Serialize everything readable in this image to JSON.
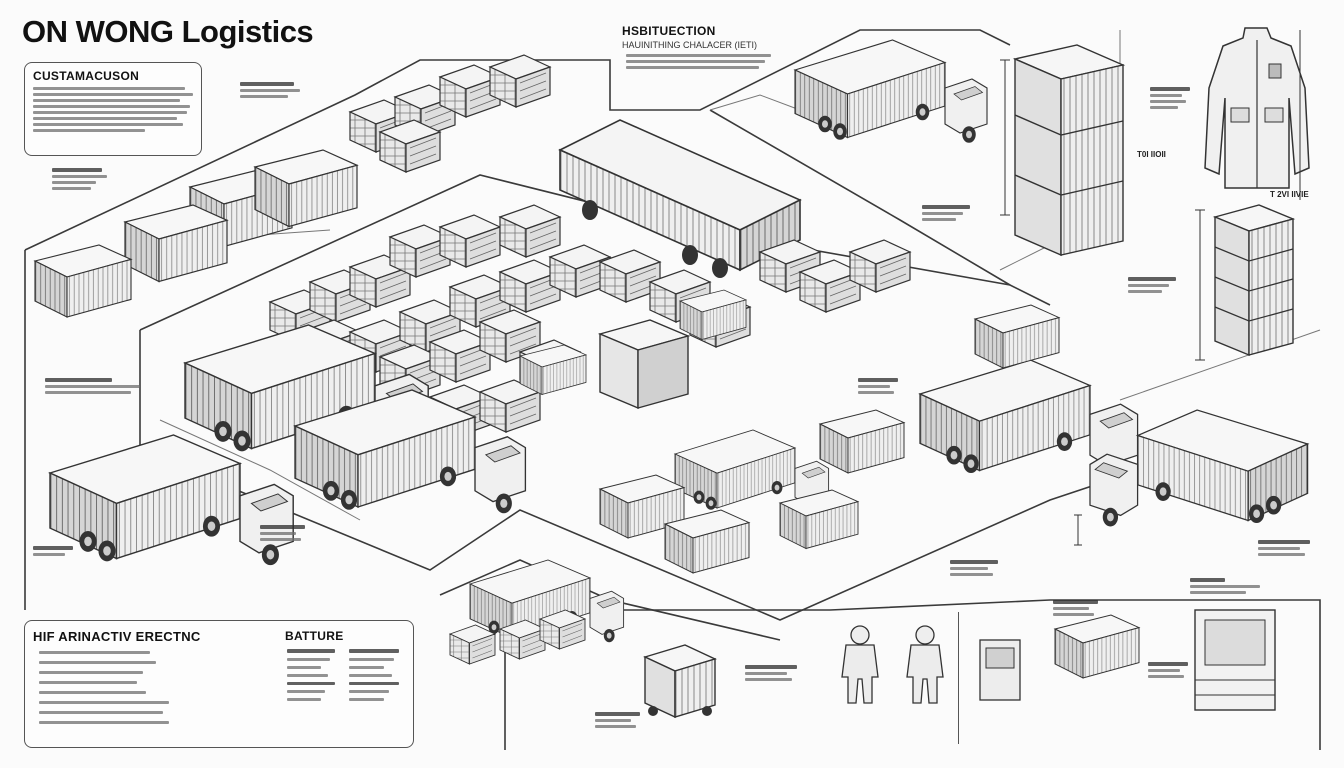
{
  "brand": {
    "title": "ON WONG Logistics"
  },
  "panels": {
    "customer": {
      "heading": "CUSTAMACUSON"
    },
    "inspection": {
      "heading": "HSBITUECTION",
      "subheading": "HAUINITHING CHALACER (IETI)"
    },
    "hire": {
      "heading": "HIF ARINACTIV ERECTNC"
    },
    "batture": {
      "heading": "BATTURE"
    }
  },
  "dimension_labels": {
    "crate_stack": "T0I IIOII",
    "jacket": "T 2VI IIVIE"
  },
  "colors": {
    "ink": "#2a2a2a",
    "line": "#555555",
    "fill_light": "#f2f2f2",
    "fill_mid": "#d9d9d9",
    "fill_dark": "#b5b5b5",
    "paper": "#fbfbfb"
  },
  "icons": [
    "truck-icon",
    "container-icon",
    "crate-stack-icon",
    "jacket-icon",
    "hazmat-suit-icon",
    "cart-icon",
    "forklift-icon"
  ]
}
